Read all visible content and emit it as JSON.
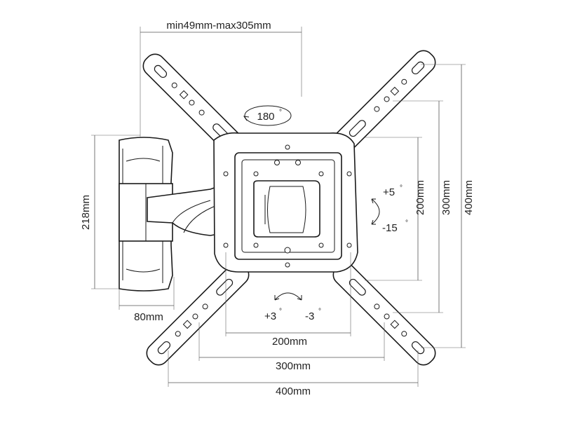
{
  "dimensions": {
    "arm_extension": "min49mm-max305mm",
    "swivel": "180",
    "depth_height": "218mm",
    "depth_width": "80mm",
    "tilt_up": "+5",
    "tilt_down": "-15",
    "rotate_left": "+3",
    "rotate_right": "-3",
    "vesa_h_200": "200mm",
    "vesa_h_300": "300mm",
    "vesa_h_400": "400mm",
    "vesa_v_200": "200mm",
    "vesa_v_300": "300mm",
    "vesa_v_400": "400mm"
  },
  "degree_symbol": "°"
}
